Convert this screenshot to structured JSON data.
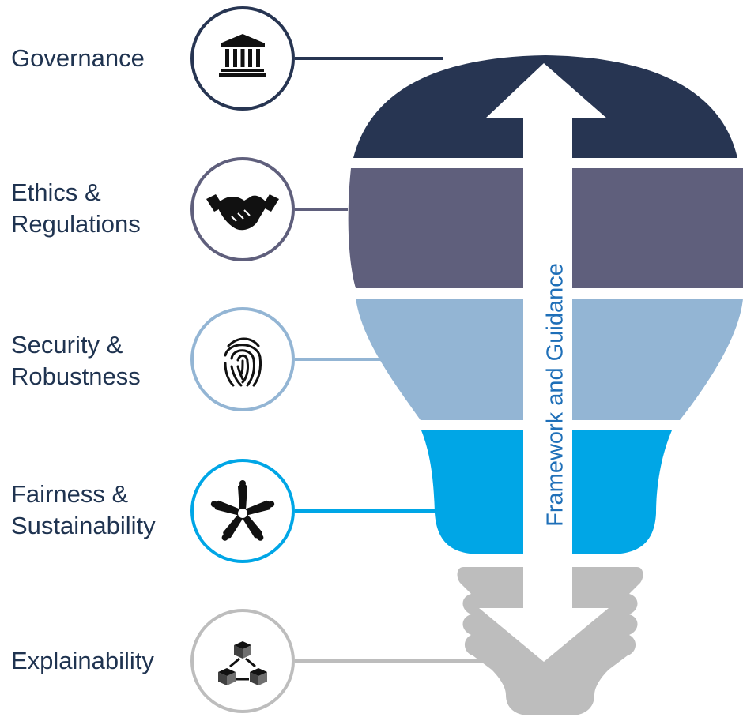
{
  "pillars": [
    {
      "id": "governance",
      "label_lines": [
        "Governance"
      ],
      "icon": "government-building-icon",
      "color": "#273552"
    },
    {
      "id": "ethics",
      "label_lines": [
        "Ethics &",
        "Regulations"
      ],
      "icon": "handshake-icon",
      "color": "#5f5f7c"
    },
    {
      "id": "security",
      "label_lines": [
        "Security &",
        "Robustness"
      ],
      "icon": "fingerprint-icon",
      "color": "#93b5d4"
    },
    {
      "id": "fairness",
      "label_lines": [
        "Fairness &",
        "Sustainability"
      ],
      "icon": "joined-hands-icon",
      "color": "#00a6e6"
    },
    {
      "id": "explainability",
      "label_lines": [
        "Explainability"
      ],
      "icon": "connected-cubes-icon",
      "color": "#bdbdbd"
    }
  ],
  "arrow": {
    "label": "Framework and Guidance",
    "color": "#ffffff"
  }
}
